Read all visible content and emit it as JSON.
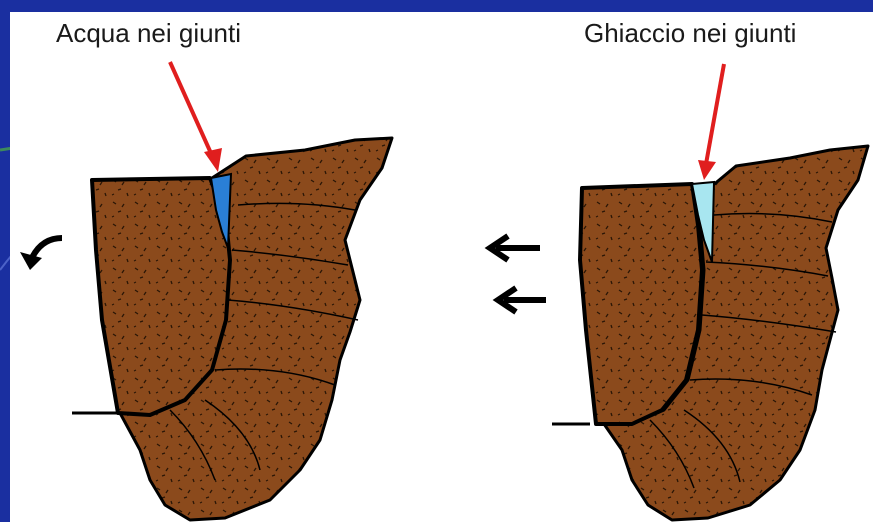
{
  "labels": {
    "left": "Acqua nei giunti",
    "right": "Ghiaccio nei giunti"
  },
  "colors": {
    "background": "#1a2fa0",
    "panel": "#ffffff",
    "rock": "#8b4a1c",
    "outline": "#000000",
    "water": "#2a7fd6",
    "ice": "#a8e6f0",
    "arrow": "#e01e1e"
  },
  "icons": [
    "red-pointer-arrow",
    "curved-rotation-arrow",
    "left-push-arrow"
  ]
}
